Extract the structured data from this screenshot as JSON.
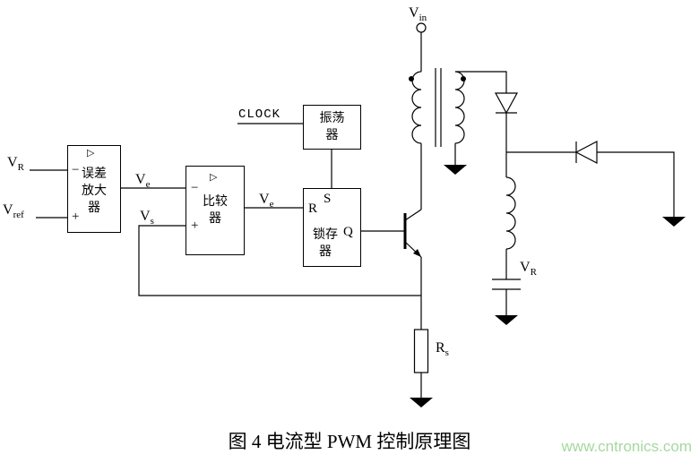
{
  "figure": {
    "caption": "图 4 电流型 PWM 控制原理图",
    "watermark": "www.cntronics.com"
  },
  "colors": {
    "line": "#000000",
    "text": "#000000",
    "watermark_green": "#a5d9a0"
  },
  "labels": {
    "vin": {
      "base": "V",
      "sub": "in"
    },
    "vr_in": {
      "base": "V",
      "sub": "R"
    },
    "vref": {
      "base": "V",
      "sub": "ref"
    },
    "ve1": {
      "base": "V",
      "sub": "e"
    },
    "vs": {
      "base": "V",
      "sub": "s"
    },
    "ve2": {
      "base": "V",
      "sub": "e"
    },
    "clock": "CLOCK",
    "rs": {
      "base": "R",
      "sub": "s"
    },
    "vr_out": {
      "base": "V",
      "sub": "R"
    }
  },
  "blocks": {
    "error_amp": {
      "icon": "▷",
      "minus": "−",
      "plus": "+",
      "line1": "误差",
      "line2": "放大",
      "line3": "器"
    },
    "comparator": {
      "icon": "▷",
      "minus": "−",
      "plus": "+",
      "line1": "比较",
      "line2": "器"
    },
    "latch": {
      "s": "S",
      "r": "R",
      "q": "Q",
      "line1": "锁存",
      "line2": "器"
    },
    "oscillator": {
      "line1": "振荡",
      "line2": "器"
    }
  }
}
